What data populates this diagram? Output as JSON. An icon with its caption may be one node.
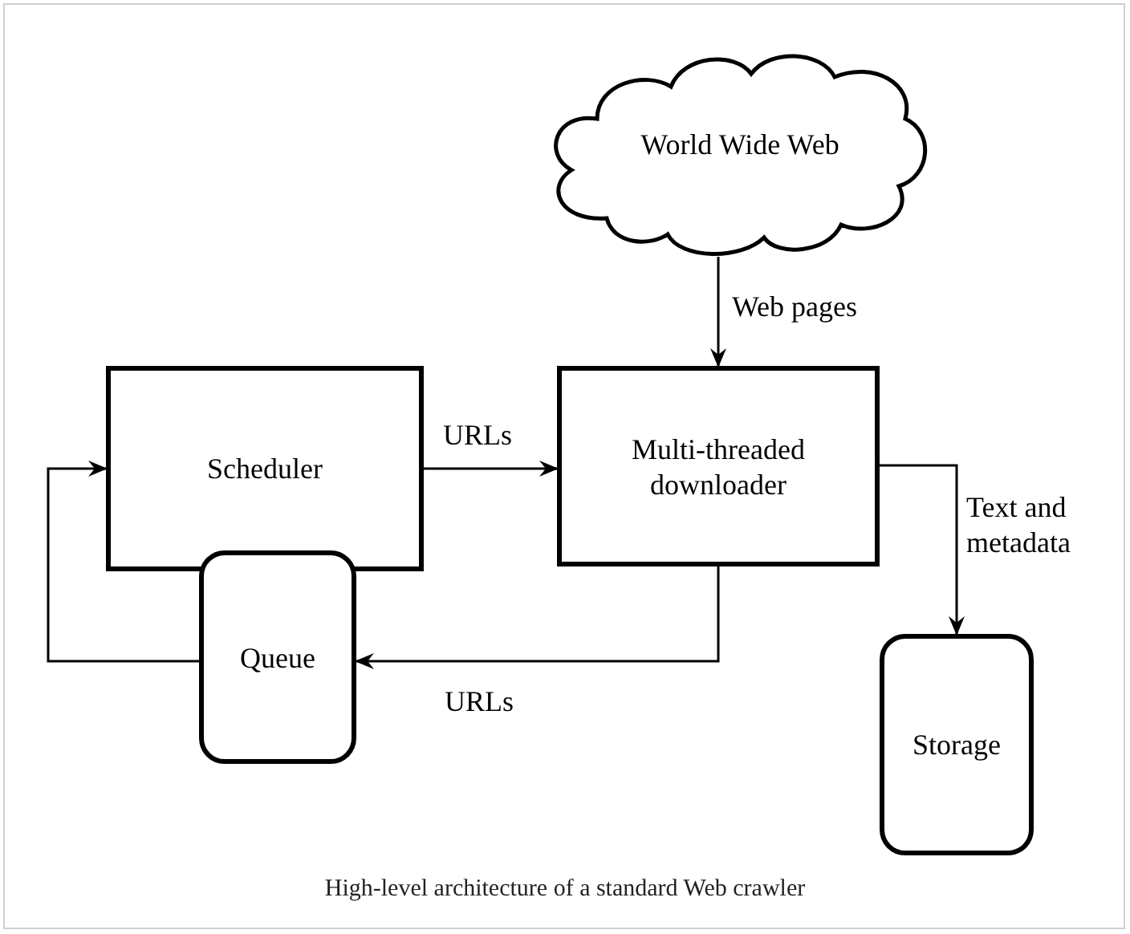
{
  "diagram": {
    "caption": "High-level architecture of a standard Web crawler",
    "nodes": [
      {
        "text": [
          "World Wide Web"
        ]
      },
      {
        "text": [
          "Scheduler"
        ]
      },
      {
        "text": [
          "Multi-threaded downloader"
        ]
      },
      {
        "text": [
          "Queue"
        ]
      },
      {
        "text": [
          "Storage"
        ]
      }
    ],
    "edges": [
      {
        "from": 0,
        "to": 2,
        "arrow": "to",
        "label": "Web pages"
      },
      {
        "from": 1,
        "to": 2,
        "arrow": "to",
        "label": "URLs"
      },
      {
        "from": 2,
        "to": 3,
        "arrow": "to",
        "label": "URLs"
      },
      {
        "from": 3,
        "to": 1,
        "arrow": "to"
      },
      {
        "from": 2,
        "to": 4,
        "arrow": "to",
        "label": "Text and metadata"
      }
    ]
  }
}
